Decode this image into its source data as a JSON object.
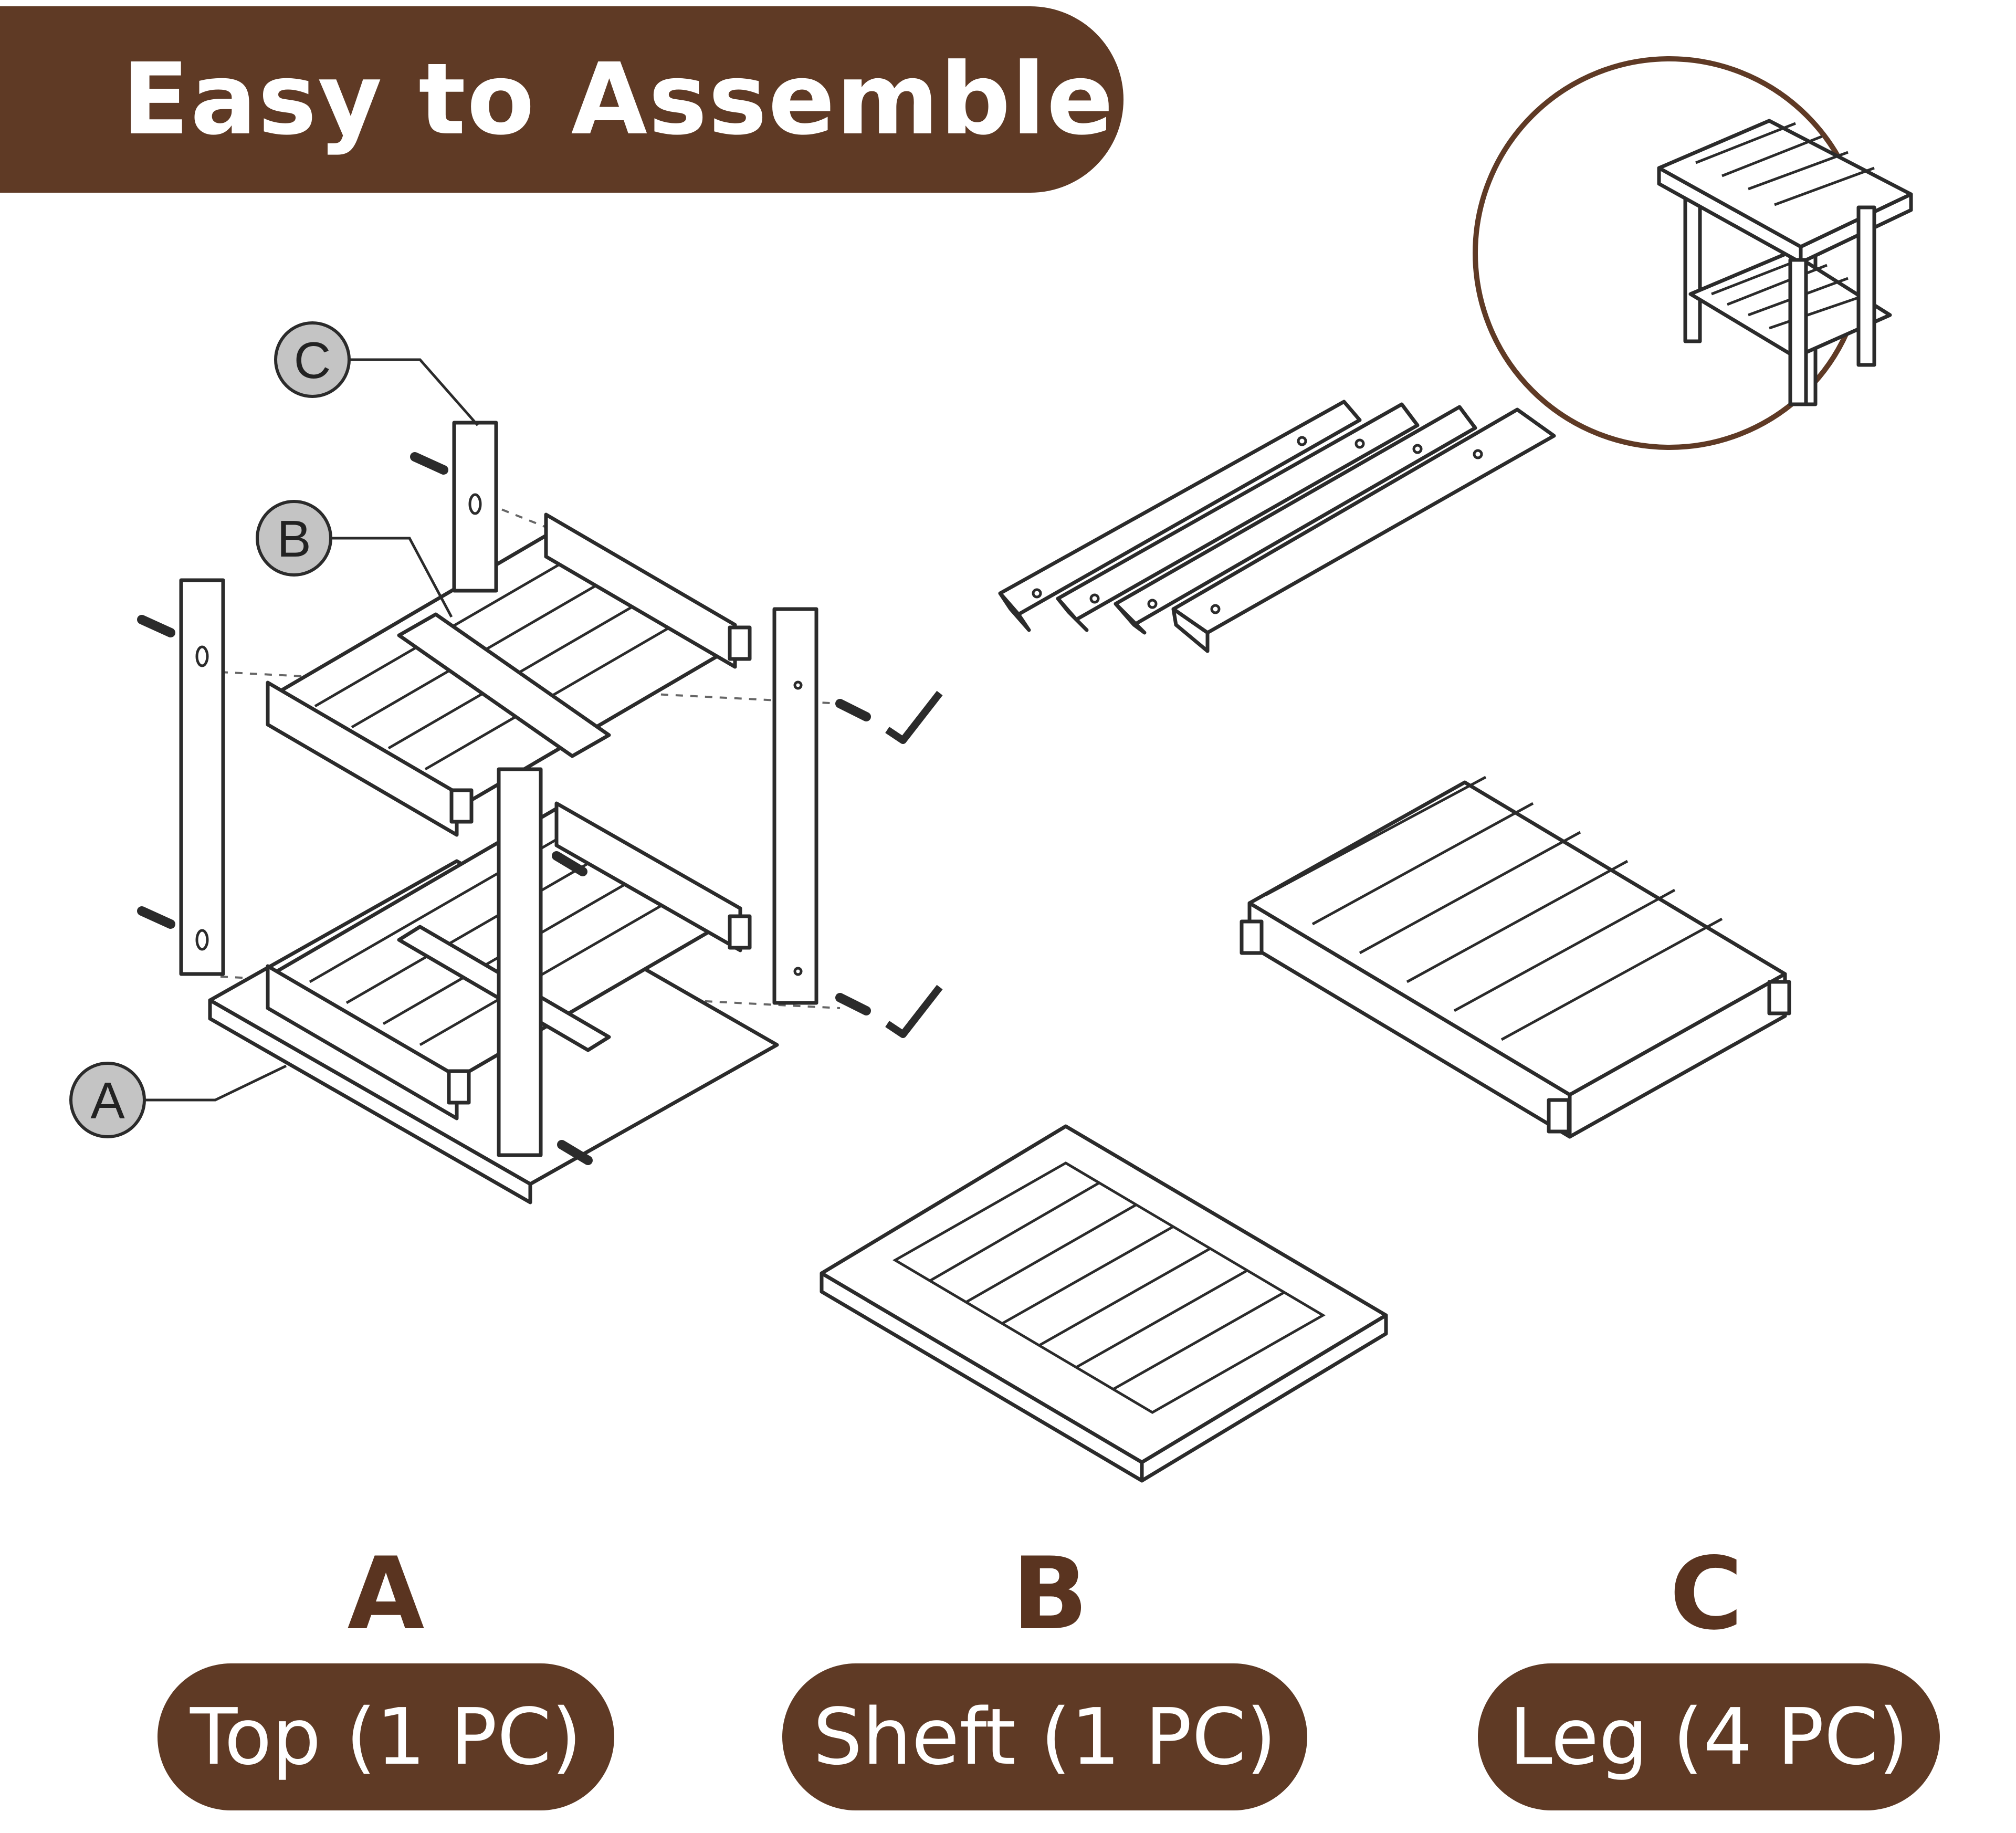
{
  "header": {
    "title": "Easy to Assemble"
  },
  "callouts": {
    "c": "C",
    "b": "B",
    "a": "A"
  },
  "parts": [
    {
      "letter": "A",
      "label": "Top (1 PC)"
    },
    {
      "letter": "B",
      "label": "Sheft (1 PC)"
    },
    {
      "letter": "C",
      "label": "Leg (4 PC)"
    }
  ],
  "colors": {
    "brand_brown": "#5f3a25",
    "letter_brown": "#5a3420",
    "callout_gray": "#c4c4c4",
    "line": "#2b2b2b"
  }
}
